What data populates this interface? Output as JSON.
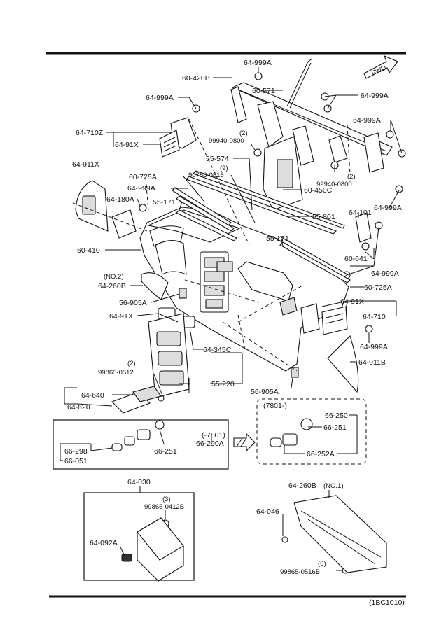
{
  "diagram_code": "(1BC1010)",
  "fwd": "FWD",
  "labels": {
    "p64_999a_top": "64-999A",
    "p60_420b": "60-420B",
    "p60_571": "60-571",
    "p64_999a_tr": "64-999A",
    "p64_999a_l": "64-999A",
    "p64_999a_r": "64-999A",
    "p64_710z": "64-710Z",
    "p64_91x_l": "64-91X",
    "q2a": "(2)",
    "p99940_a": "99940-0800",
    "p55_574": "55-574",
    "q9": "(9)",
    "p90786": "90786-0816",
    "p64_911x": "64-911X",
    "p60_725a_t": "60-725A",
    "p64_999a_m": "64-999A",
    "q2b": "(2)",
    "p99940_b": "99940-0800",
    "p60_450c": "60-450C",
    "p64_180a": "64-180A",
    "p55_171_t": "55-171",
    "p64_999a_r2": "64-999A",
    "p55_801": "55-801",
    "p64_101": "64-101",
    "p60_410": "60-410",
    "p55_171_m": "55-171",
    "p60_641": "60-641",
    "p64_999a_r3": "64-999A",
    "no2": "(NO.2)",
    "p64_260b_l": "64-260B",
    "p60_725a_b": "60-725A",
    "p56_905a_l": "56-905A",
    "p64_91x_r": "64-91X",
    "p64_91x_m": "64-91X",
    "p64_710": "64-710",
    "p64_999a_b": "64-999A",
    "p64_345c": "64-345C",
    "p64_911b": "64-911B",
    "q2c": "(2)",
    "p99865_0512": "99865-0512",
    "p64_640": "64-640",
    "p55_220": "55-220",
    "p64_620": "64-620",
    "p56_905a_b": "56-905A",
    "range_a": "(7801-)",
    "p66_250": "66-250",
    "p66_251_r": "66-251",
    "range_b": "(-7801)",
    "p66_298": "66-298",
    "p66_290a": "66-290A",
    "p66_251_l": "66-251",
    "p66_051": "66-051",
    "p66_252a": "66-252A",
    "p64_030": "64-030",
    "q3": "(3)",
    "p99865_0412b": "99865-0412B",
    "p64_092a": "64-092A",
    "p64_260b_b": "64-260B",
    "no1": "(NO.1)",
    "p64_046": "64-046",
    "q6": "(6)",
    "p99865_0516b": "99865-0516B"
  }
}
